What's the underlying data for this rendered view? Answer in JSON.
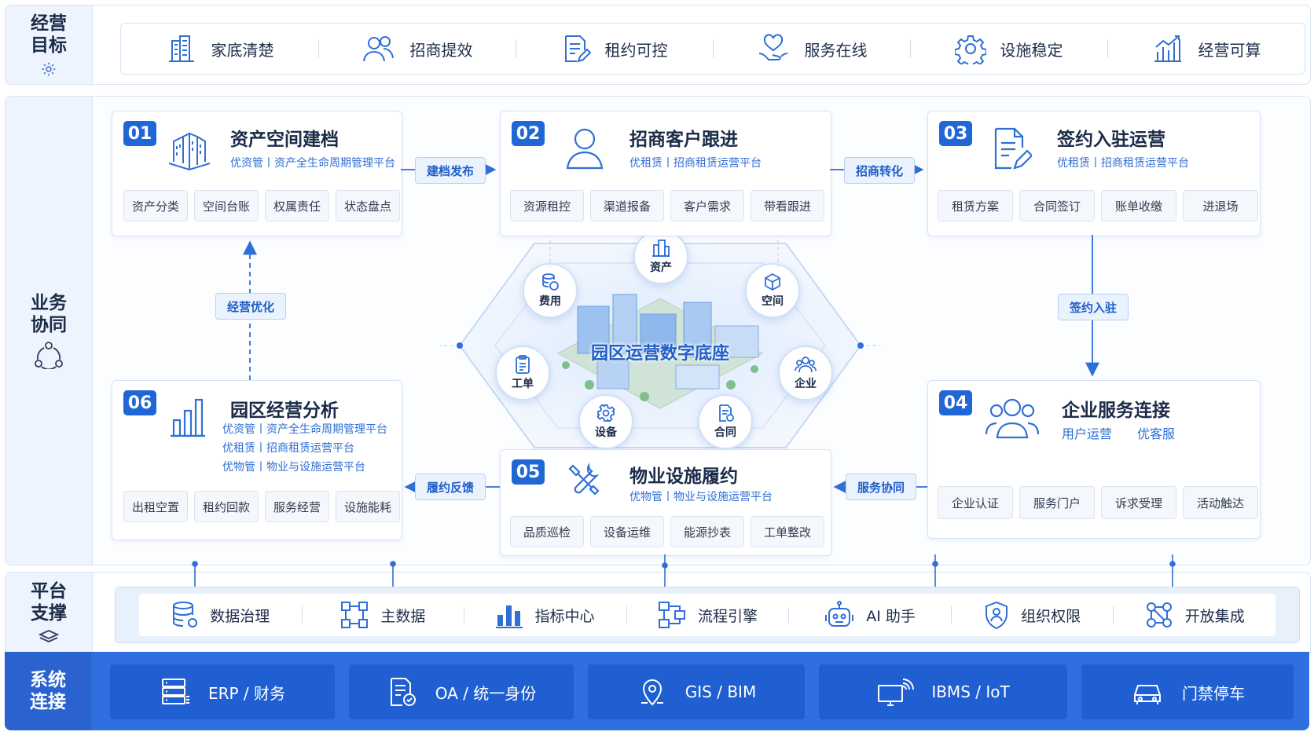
{
  "goals_row": {
    "label": "经营目标",
    "items": [
      {
        "label": "家底清楚",
        "icon": "building-icon"
      },
      {
        "label": "招商提效",
        "icon": "people-icon"
      },
      {
        "label": "租约可控",
        "icon": "document-edit-icon"
      },
      {
        "label": "服务在线",
        "icon": "heart-hand-icon"
      },
      {
        "label": "设施稳定",
        "icon": "gear-icon"
      },
      {
        "label": "经营可算",
        "icon": "bar-chart-icon"
      }
    ]
  },
  "business_row": {
    "label": "业务协同",
    "cards": [
      {
        "num": "01",
        "title": "资产空间建档",
        "subs": [
          "优资管丨资产全生命周期管理平台"
        ],
        "chips": [
          "资产分类",
          "空间台账",
          "权属责任",
          "状态盘点"
        ],
        "icon": "buildings-icon"
      },
      {
        "num": "02",
        "title": "招商客户跟进",
        "subs": [
          "优租赁丨招商租赁运营平台"
        ],
        "chips": [
          "资源租控",
          "渠道报备",
          "客户需求",
          "带看跟进"
        ],
        "icon": "user-icon"
      },
      {
        "num": "03",
        "title": "签约入驻运营",
        "subs": [
          "优租赁丨招商租赁运营平台"
        ],
        "chips": [
          "租赁方案",
          "合同签订",
          "账单收缴",
          "进退场"
        ],
        "icon": "contract-sign-icon"
      },
      {
        "num": "04",
        "title": "企业服务连接",
        "subs": [
          "用户运营",
          "优客服"
        ],
        "chips": [
          "企业认证",
          "服务门户",
          "诉求受理",
          "活动触达"
        ],
        "icon": "users-icon"
      },
      {
        "num": "05",
        "title": "物业设施履约",
        "subs": [
          "优物管丨物业与设施运营平台"
        ],
        "chips": [
          "品质巡检",
          "设备运维",
          "能源抄表",
          "工单整改"
        ],
        "icon": "tools-icon"
      },
      {
        "num": "06",
        "title": "园区经营分析",
        "subs": [
          "优资管丨资产全生命周期管理平台",
          "优租赁丨招商租赁运营平台",
          "优物管丨物业与设施运营平台"
        ],
        "chips": [
          "出租空置",
          "租约回款",
          "服务经营",
          "设施能耗"
        ],
        "icon": "bar-chart-icon"
      }
    ],
    "flows": {
      "f12": "建档发布",
      "f23": "招商转化",
      "f34": "签约入驻",
      "f45": "服务协同",
      "f56": "履约反馈",
      "f61": "经营优化"
    },
    "hub": {
      "title": "园区运营数字底座",
      "nodes": [
        {
          "label": "资产",
          "icon": "buildings-icon"
        },
        {
          "label": "空间",
          "icon": "cube-icon"
        },
        {
          "label": "企业",
          "icon": "users-icon"
        },
        {
          "label": "合同",
          "icon": "contract-icon"
        },
        {
          "label": "设备",
          "icon": "gear-icon"
        },
        {
          "label": "工单",
          "icon": "clipboard-icon"
        },
        {
          "label": "费用",
          "icon": "coins-icon"
        }
      ]
    }
  },
  "platform_row": {
    "label": "平台支撑",
    "items": [
      {
        "label": "数据治理",
        "icon": "database-icon"
      },
      {
        "label": "主数据",
        "icon": "hierarchy-icon"
      },
      {
        "label": "指标中心",
        "icon": "bar-chart-icon"
      },
      {
        "label": "流程引擎",
        "icon": "flow-icon"
      },
      {
        "label": "AI 助手",
        "icon": "robot-icon"
      },
      {
        "label": "组织权限",
        "icon": "shield-user-icon"
      },
      {
        "label": "开放集成",
        "icon": "network-icon"
      }
    ]
  },
  "system_row": {
    "label": "系统连接",
    "items": [
      {
        "label": "ERP / 财务",
        "icon": "server-icon"
      },
      {
        "label": "OA / 统一身份",
        "icon": "document-check-icon"
      },
      {
        "label": "GIS / BIM",
        "icon": "map-pin-icon"
      },
      {
        "label": "IBMS / IoT",
        "icon": "monitor-wifi-icon"
      },
      {
        "label": "门禁停车",
        "icon": "car-icon"
      }
    ]
  },
  "colors": {
    "accent": "#1f66d6",
    "flow_line": "#2f6fd6",
    "panel_bg": "#eef4fd",
    "system_bg": "#2f6fe0"
  }
}
